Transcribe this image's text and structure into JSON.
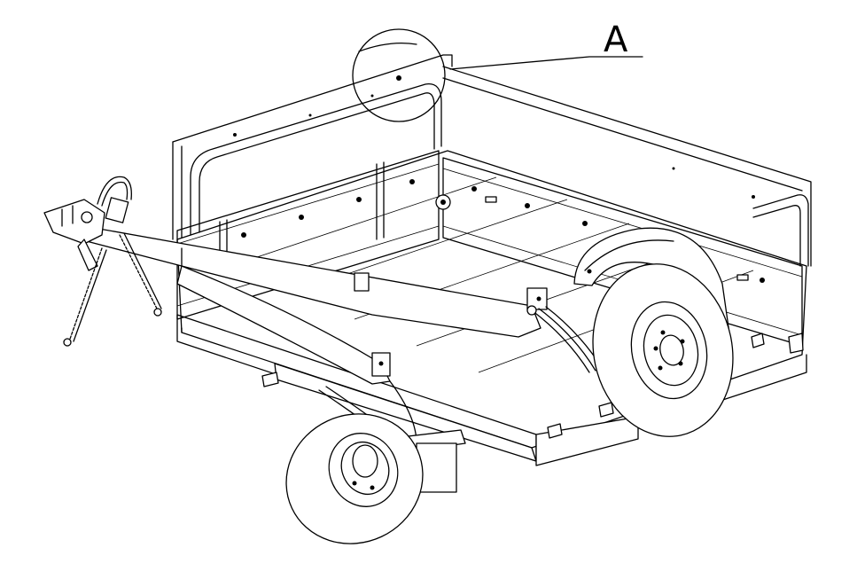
{
  "figure": {
    "callouts": [
      {
        "id": "A",
        "label": "A"
      }
    ],
    "colors": {
      "line": "#000000",
      "background": "#ffffff"
    },
    "parts": [
      "trailer-bed",
      "side-panel-rear",
      "side-panel-front",
      "tailgate",
      "drawbar",
      "coupling-head",
      "electrical-cable",
      "safety-chain",
      "leaf-spring-right",
      "leaf-spring-left",
      "mudguard-right",
      "wheel-right",
      "wheel-left",
      "detail-circle-a",
      "leader-line-a"
    ]
  }
}
